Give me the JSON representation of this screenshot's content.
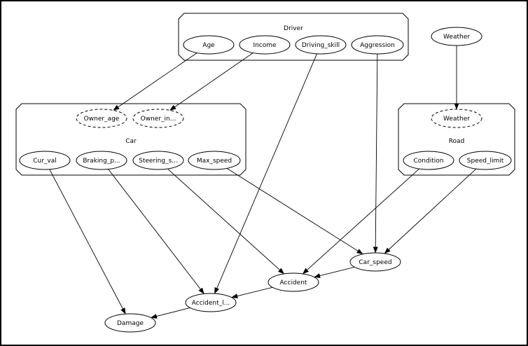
{
  "clusters": [
    {
      "id": "driver",
      "label": "Driver"
    },
    {
      "id": "car",
      "label": "Car"
    },
    {
      "id": "road",
      "label": "Road"
    }
  ],
  "nodes": [
    {
      "id": "age",
      "label": "Age",
      "style": "solid"
    },
    {
      "id": "income",
      "label": "Income",
      "style": "solid"
    },
    {
      "id": "driving_skill",
      "label": "Driving_skill",
      "style": "solid"
    },
    {
      "id": "aggression",
      "label": "Aggression",
      "style": "solid"
    },
    {
      "id": "weather",
      "label": "Weather",
      "style": "solid"
    },
    {
      "id": "owner_age",
      "label": "Owner_age",
      "style": "dashed"
    },
    {
      "id": "owner_income",
      "label": "Owner_in...",
      "style": "dashed"
    },
    {
      "id": "cur_val",
      "label": "Cur_val",
      "style": "solid"
    },
    {
      "id": "braking_power",
      "label": "Braking_p...",
      "style": "solid"
    },
    {
      "id": "steering_safety",
      "label": "Steering_s...",
      "style": "solid"
    },
    {
      "id": "max_speed",
      "label": "Max_speed",
      "style": "solid"
    },
    {
      "id": "weather_road",
      "label": "Weather",
      "style": "dashed"
    },
    {
      "id": "condition",
      "label": "Condition",
      "style": "solid"
    },
    {
      "id": "speed_limit",
      "label": "Speed_limit",
      "style": "solid"
    },
    {
      "id": "car_speed",
      "label": "Car_speed",
      "style": "solid"
    },
    {
      "id": "accident",
      "label": "Accident",
      "style": "solid"
    },
    {
      "id": "accident_level",
      "label": "Accident_l...",
      "style": "solid"
    },
    {
      "id": "damage",
      "label": "Damage",
      "style": "solid"
    }
  ],
  "edges": [
    {
      "from": "age",
      "to": "owner_age"
    },
    {
      "from": "income",
      "to": "owner_income"
    },
    {
      "from": "driving_skill",
      "to": "accident_level"
    },
    {
      "from": "aggression",
      "to": "car_speed"
    },
    {
      "from": "weather",
      "to": "weather_road"
    },
    {
      "from": "cur_val",
      "to": "damage"
    },
    {
      "from": "braking_power",
      "to": "accident_level"
    },
    {
      "from": "steering_safety",
      "to": "accident"
    },
    {
      "from": "max_speed",
      "to": "car_speed"
    },
    {
      "from": "condition",
      "to": "accident"
    },
    {
      "from": "speed_limit",
      "to": "car_speed"
    },
    {
      "from": "car_speed",
      "to": "accident"
    },
    {
      "from": "accident",
      "to": "accident_level"
    },
    {
      "from": "accident_level",
      "to": "damage"
    }
  ]
}
